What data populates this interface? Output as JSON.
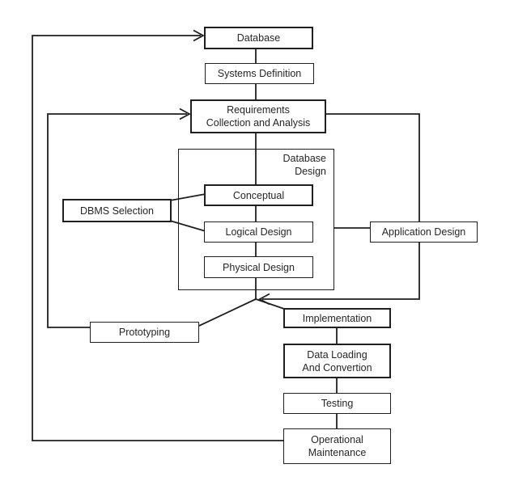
{
  "diagram": {
    "nodes": {
      "database": "Database",
      "systems_definition": "Systems Definition",
      "requirements": "Requirements\nCollection and Analysis",
      "database_design": "Database\nDesign",
      "conceptual": "Conceptual",
      "dbms_selection": "DBMS Selection",
      "logical_design": "Logical Design",
      "application_design": "Application Design",
      "physical_design": "Physical Design",
      "prototyping": "Prototyping",
      "implementation": "Implementation",
      "data_loading": "Data Loading\nAnd Convertion",
      "testing": "Testing",
      "operational_maintenance": "Operational\nMaintenance"
    },
    "edges": [
      "database -> systems_definition",
      "systems_definition -> requirements",
      "requirements -> conceptual",
      "conceptual -> logical_design",
      "logical_design -> physical_design",
      "dbms_selection -- conceptual",
      "dbms_selection -- logical_design",
      "database_design -- application_design",
      "requirements -> application_design (right loop)",
      "application_design loop -> junction (arrow)",
      "database_design junction -> prototyping",
      "database_design junction -> implementation",
      "prototyping -> requirements (feedback arrow)",
      "implementation -> data_loading",
      "data_loading -> testing",
      "testing -> operational_maintenance",
      "operational_maintenance -> database (feedback arrow)"
    ],
    "colors": {
      "line": "#1f1f1f",
      "box_fill": "#ffffff",
      "text": "#262626",
      "background": "#ffffff"
    }
  }
}
